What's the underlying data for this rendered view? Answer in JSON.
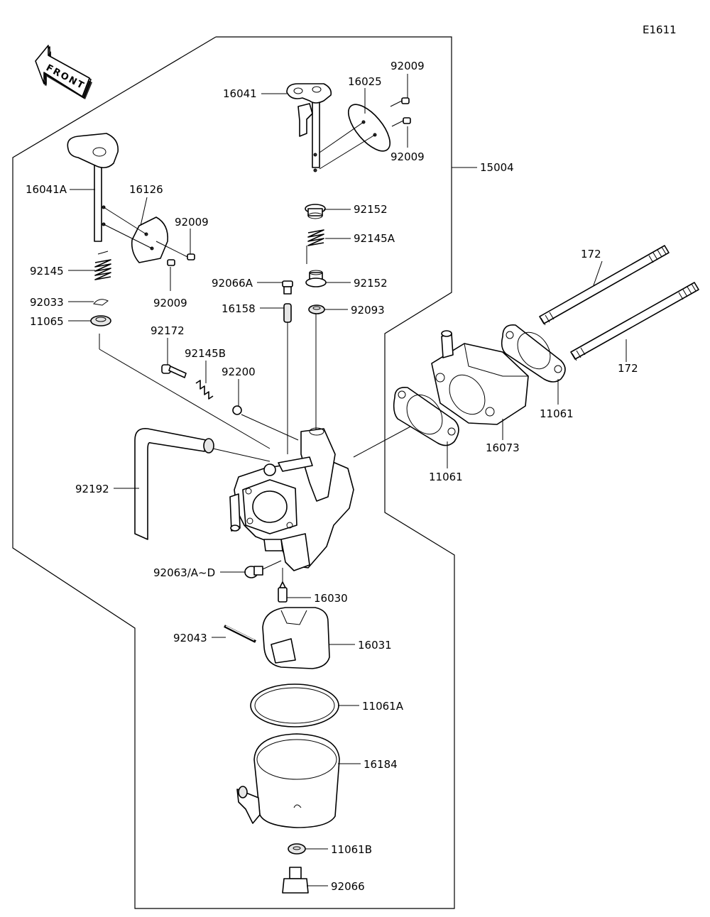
{
  "diagram_code": "E1611",
  "front_label": "FRONT",
  "labels": {
    "p15004": "15004",
    "p16041": "16041",
    "p16025": "16025",
    "p92009_top": "92009",
    "p92009_mid": "92009",
    "p16041A": "16041A",
    "p16126": "16126",
    "p92009_left1": "92009",
    "p92009_left2": "92009",
    "p92152_upper": "92152",
    "p92145A": "92145A",
    "p92066A": "92066A",
    "p92152_lower": "92152",
    "p16158": "16158",
    "p92093": "92093",
    "p92145": "92145",
    "p92033": "92033",
    "p11065": "11065",
    "p92172": "92172",
    "p92145B": "92145B",
    "p92200": "92200",
    "p172_top": "172",
    "p172_right": "172",
    "p11061_right": "11061",
    "p16073": "16073",
    "p11061_left": "11061",
    "p92192": "92192",
    "p92063": "92063/A~D",
    "p16030": "16030",
    "p92043": "92043",
    "p16031": "16031",
    "p11061A": "11061A",
    "p16184": "16184",
    "p11061B": "11061B",
    "p92066": "92066"
  }
}
